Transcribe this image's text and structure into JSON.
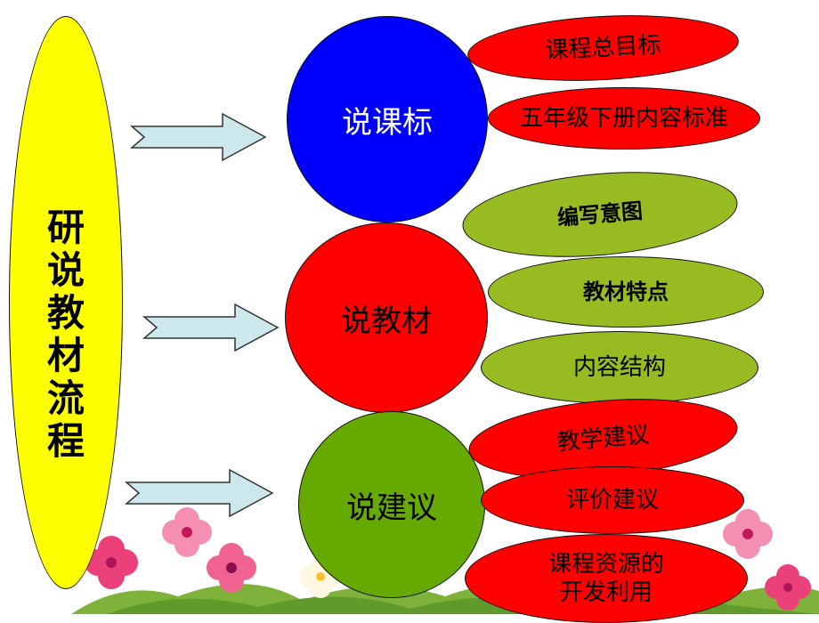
{
  "side_label": "研说教材流程",
  "nodes": [
    {
      "label": "说课标",
      "color": "#0000ff"
    },
    {
      "label": "说教材",
      "color": "#ff0000"
    },
    {
      "label": "说建议",
      "color": "#66aa00"
    }
  ],
  "leaves": [
    {
      "label": "课程总目标",
      "color": "#ff0000"
    },
    {
      "label": "五年级下册内容标准",
      "color": "#ff0000"
    },
    {
      "label": "编写意图",
      "color": "#99bb22"
    },
    {
      "label": "教材特点",
      "color": "#99bb22"
    },
    {
      "label": "内容结构",
      "color": "#99bb22"
    },
    {
      "label": "教学建议",
      "color": "#ff0000"
    },
    {
      "label": "评价建议",
      "color": "#ff0000"
    },
    {
      "label": "课程资源的开发利用",
      "color": "#ff0000"
    }
  ],
  "colors": {
    "side": "#ffff00",
    "arrow_fill": "#cde8ec"
  }
}
